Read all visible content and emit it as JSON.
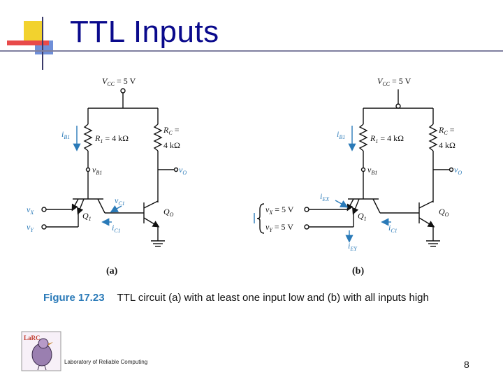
{
  "slide": {
    "title": "TTL Inputs",
    "page_number": "8",
    "footer": "Laboratory of Reliable Computing",
    "logo_text": "LaRC"
  },
  "figure": {
    "caption_number": "Figure 17.23",
    "caption_text": "TTL circuit (a) with at least one input low and (b) with all inputs high",
    "panel_a": {
      "label": "(a)",
      "vcc": "V",
      "vcc_sub": "CC",
      "vcc_val": " = 5 V",
      "ib1": "i",
      "ib1_sub": "B1",
      "r1": "R",
      "r1_sub": "1",
      "r1_val": " = 4 kΩ",
      "rc": "R",
      "rc_sub": "C",
      "rc_val": " =",
      "rc_val2": "4 kΩ",
      "vb1": "v",
      "vb1_sub": "B1",
      "vo": "v",
      "vo_sub": "O",
      "vc1": "v",
      "vc1_sub": "C1",
      "q1": "Q",
      "q1_sub": "1",
      "qo": "Q",
      "qo_sub": "O",
      "ic1": "i",
      "ic1_sub": "C1",
      "vx": "v",
      "vx_sub": "X",
      "vy": "v",
      "vy_sub": "Y"
    },
    "panel_b": {
      "label": "(b)",
      "vcc": "V",
      "vcc_sub": "CC",
      "vcc_val": " = 5 V",
      "ib1": "i",
      "ib1_sub": "B1",
      "r1": "R",
      "r1_sub": "1",
      "r1_val": " = 4 kΩ",
      "rc": "R",
      "rc_sub": "C",
      "rc_val": " =",
      "rc_val2": "4 kΩ",
      "vb1": "v",
      "vb1_sub": "B1",
      "vo": "v",
      "vo_sub": "O",
      "iex": "i",
      "iex_sub": "EX",
      "vx": "v",
      "vx_sub": "X",
      "vx_val": " = 5 V",
      "vy": "v",
      "vy_sub": "Y",
      "vy_val": " = 5 V",
      "q1": "Q",
      "q1_sub": "1",
      "qo": "Q",
      "qo_sub": "O",
      "ic1": "i",
      "ic1_sub": "C1",
      "iey": "i",
      "iey_sub": "EY"
    },
    "colors": {
      "label_blue": "#2a7ab8",
      "title_blue": "#0a0a8c",
      "accent_yellow": "#f2d22e",
      "accent_red": "#e84a4a"
    }
  }
}
